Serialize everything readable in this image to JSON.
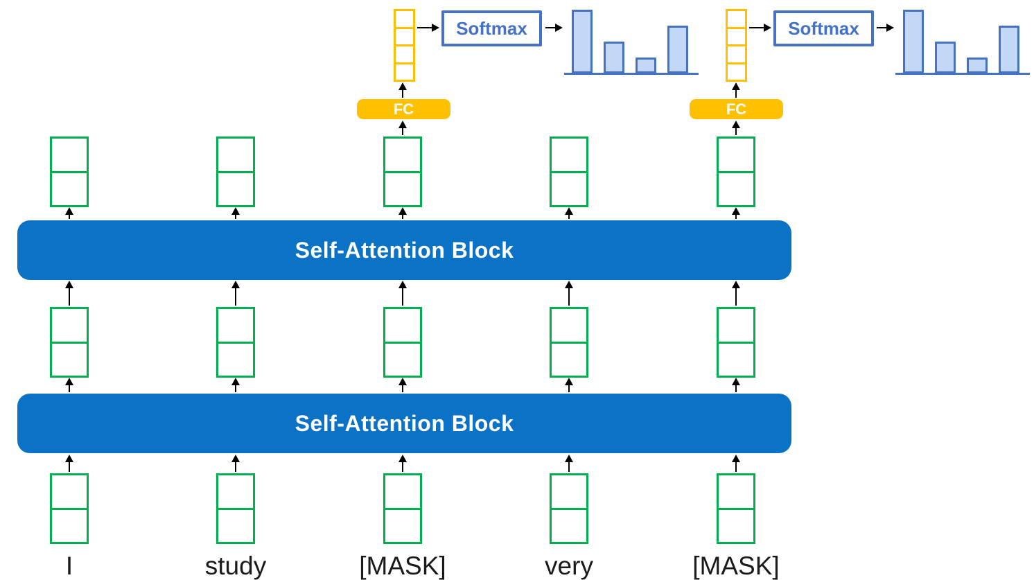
{
  "labels": {
    "self_attention_block": "Self-Attention Block",
    "fc": "FC",
    "softmax": "Softmax"
  },
  "tokens": [
    "I",
    "study",
    "[MASK]",
    "very",
    "[MASK]"
  ],
  "colors": {
    "attention_block": "#0b72c6",
    "embedding_border": "#00b050",
    "gold": "#ffc000",
    "accent_blue": "#4472c4",
    "bar_fill": "#c3d7f6",
    "arrow": "#000000",
    "token_text": "#1a1a1a"
  },
  "chart_data": [
    {
      "type": "bar",
      "title": "",
      "categories": [
        "",
        "",
        "",
        ""
      ],
      "values": [
        0.4,
        0.2,
        0.1,
        0.3
      ],
      "ylim": [
        0,
        0.45
      ],
      "xlabel": "",
      "ylabel": "",
      "grid": false,
      "legend": false,
      "note": "output distribution after Softmax for first [MASK] position"
    },
    {
      "type": "bar",
      "title": "",
      "categories": [
        "",
        "",
        "",
        ""
      ],
      "values": [
        0.4,
        0.2,
        0.1,
        0.3
      ],
      "ylim": [
        0,
        0.45
      ],
      "xlabel": "",
      "ylabel": "",
      "grid": false,
      "legend": false,
      "note": "output distribution after Softmax for second [MASK] position"
    }
  ]
}
